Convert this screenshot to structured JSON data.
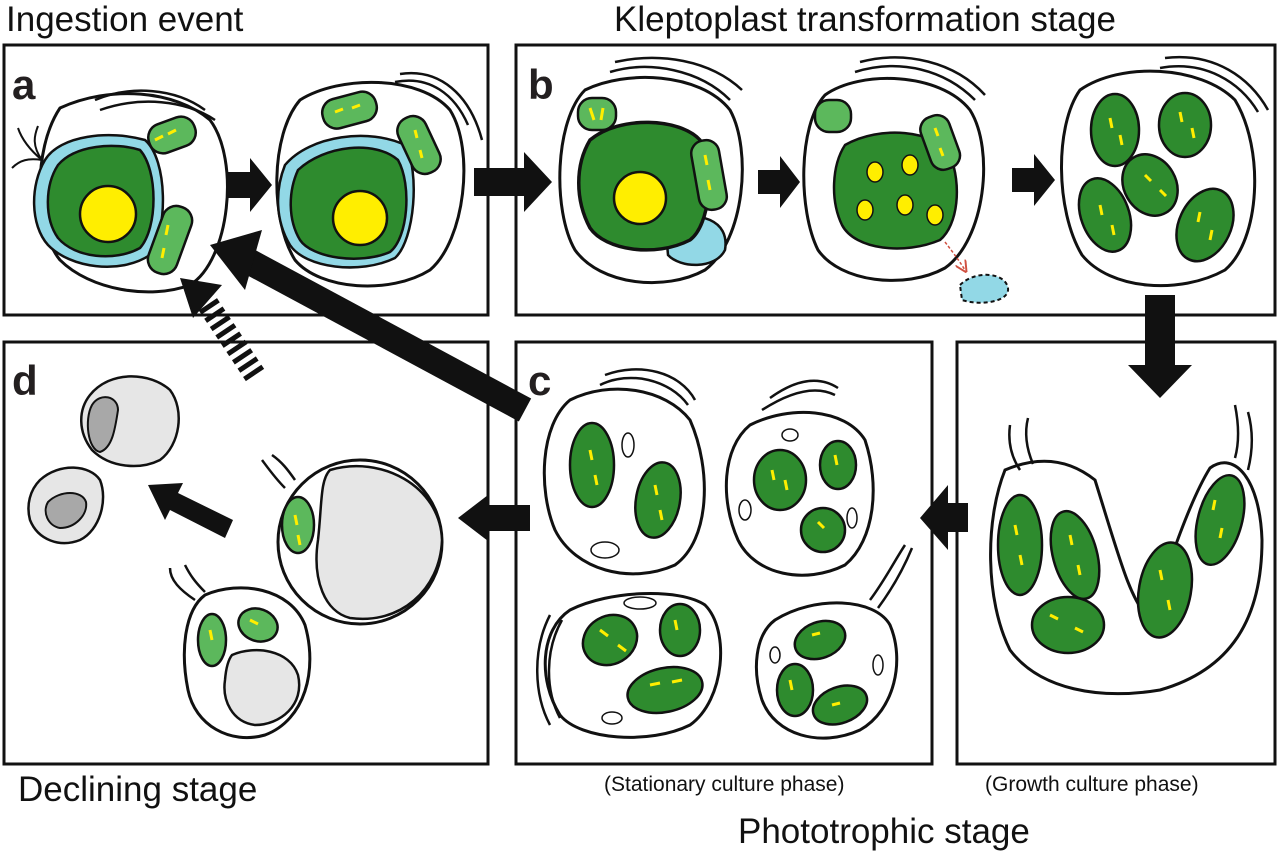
{
  "titles": {
    "ingestion": "Ingestion event",
    "kleptoplast": "Kleptoplast transformation stage",
    "declining": "Declining stage",
    "phototrophic": "Phototrophic stage"
  },
  "phase_labels": {
    "stationary": "(Stationary culture phase)",
    "growth": "(Growth culture phase)"
  },
  "panel_labels": {
    "a": "a",
    "b": "b",
    "c": "c",
    "d": "d"
  },
  "colors": {
    "chloroplast": "#2e8b2e",
    "chloroplast_light": "#5cb85c",
    "pyrenoid": "#ffee00",
    "vacuole": "#92d8e6",
    "declining_gray": "#e6e6e6",
    "declining_dark": "#a8a8a8",
    "outline": "#111111"
  }
}
